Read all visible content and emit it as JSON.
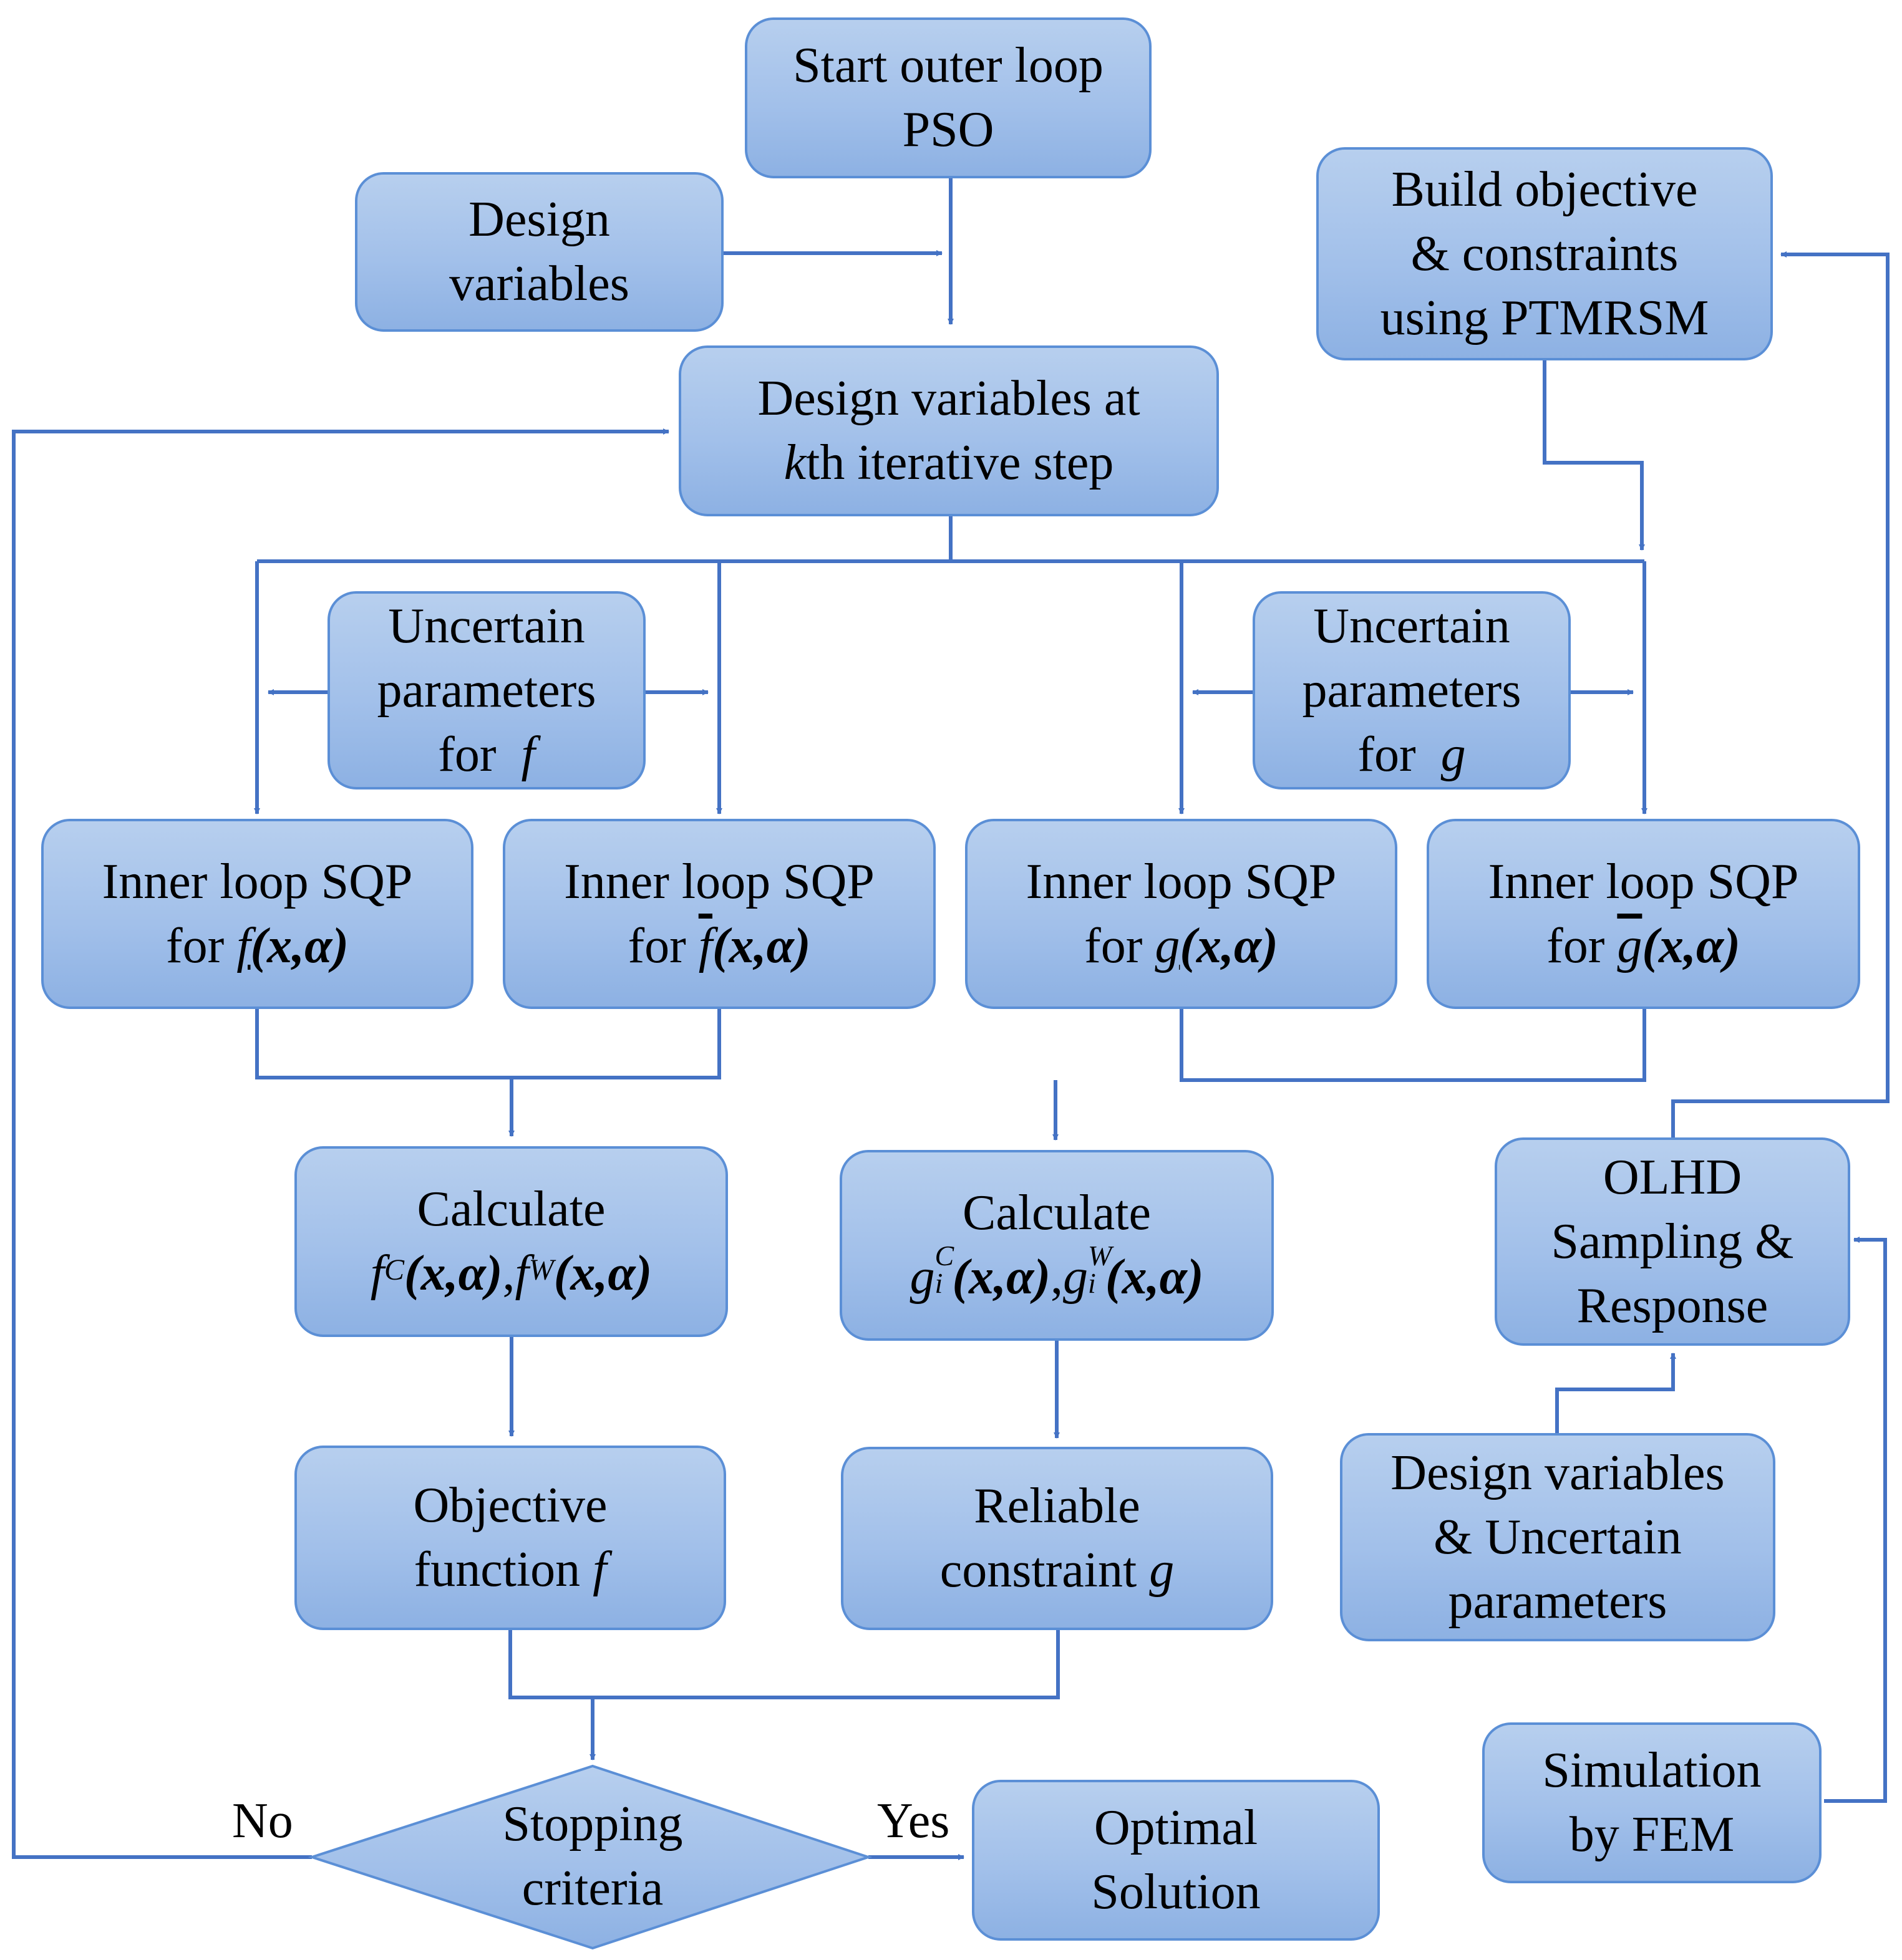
{
  "nodes": {
    "start": {
      "l1": "Start outer loop",
      "l2": "PSO"
    },
    "design_vars": {
      "l1": "Design",
      "l2": "variables"
    },
    "build_obj": {
      "l1": "Build objective",
      "l2": "& constraints",
      "l3": "using PTMRSM"
    },
    "kth_step": {
      "l1": "Design variables at",
      "l2_k": "k",
      "l2_rest": "th iterative step"
    },
    "unc_f": {
      "l1": "Uncertain",
      "l2": "parameters",
      "l3_pre": "for",
      "l3_sym": "f"
    },
    "unc_g": {
      "l1": "Uncertain",
      "l2": "parameters",
      "l3_pre": "for",
      "l3_sym": "g"
    },
    "sqp_f_low": {
      "l1": "Inner loop SQP",
      "l2_pre": "for",
      "sym": "f",
      "args": "(x,α)"
    },
    "sqp_f_up": {
      "l1": "Inner loop SQP",
      "l2_pre": "for",
      "sym": "f",
      "args": "(x,α)"
    },
    "sqp_g_low": {
      "l1": "Inner loop SQP",
      "l2_pre": "for",
      "sym": "g",
      "args": "(x,α)"
    },
    "sqp_g_up": {
      "l1": "Inner loop SQP",
      "l2_pre": "for",
      "sym": "g",
      "args": "(x,α)"
    },
    "calc_f": {
      "l1": "Calculate",
      "f": "f",
      "supC": "C",
      "supW": "W",
      "args": "(x,α)"
    },
    "calc_g": {
      "l1": "Calculate",
      "g": "g",
      "sub": "i",
      "supC": "C",
      "supW": "W",
      "args": "(x,α)"
    },
    "objective": {
      "l1": "Objective",
      "l2_pre": "function",
      "sym": "f"
    },
    "constraint": {
      "l1": "Reliable",
      "l2_pre": "constraint",
      "sym": "g"
    },
    "stopping": {
      "l1": "Stopping",
      "l2": "criteria"
    },
    "optimal": {
      "l1": "Optimal",
      "l2": "Solution"
    },
    "olhd": {
      "l1": "OLHD",
      "l2": "Sampling &",
      "l3": "Response"
    },
    "dv_unc": {
      "l1": "Design variables",
      "l2": "& Uncertain",
      "l3": "parameters"
    },
    "fem": {
      "l1": "Simulation",
      "l2": "by FEM"
    }
  },
  "labels": {
    "no": "No",
    "yes": "Yes"
  },
  "colors": {
    "fill_top": "#b7cfee",
    "fill_bottom": "#8db1e3",
    "stroke": "#5b8fd6",
    "arrow": "#4472c4"
  }
}
